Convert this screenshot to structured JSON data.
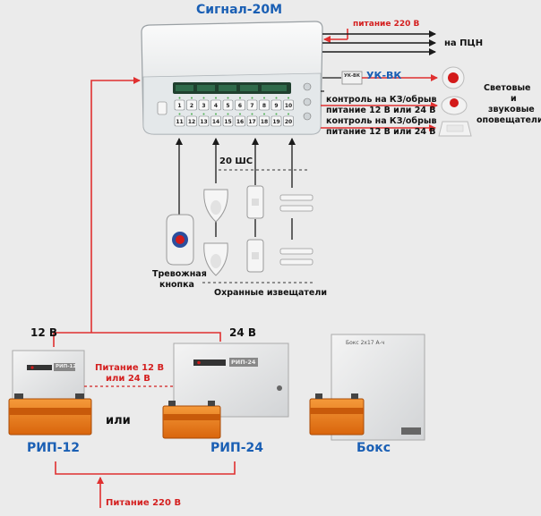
{
  "title": "Сигнал-20М",
  "top_power": "питание 220 В",
  "pcn": "на ПЦН",
  "ukvk": "УК-ВК",
  "ukvk_device_text": "УК-ВК",
  "control1_a": "контроль на КЗ/обрыв",
  "control1_b": "питание 12 В или 24 В",
  "control2_a": "контроль на КЗ/обрыв",
  "control2_b": "питание 12 В или 24 В",
  "sirens": [
    "Световые",
    "и",
    "звуковые",
    "оповещатели"
  ],
  "shs": "20 ШС",
  "alarm_button": [
    "Тревожная",
    "кнопка"
  ],
  "detectors": "Охранные извещатели",
  "v12": "12 В",
  "v24": "24 В",
  "psu_power": [
    "Питание 12 В",
    "или 24 В"
  ],
  "ili": "или",
  "rip12": "РИП-12",
  "rip24": "РИП-24",
  "boks": "Бокс",
  "bottom_power": "Питание 220 В",
  "rip12_plate": "РИП-12",
  "rip24_plate": "РИП-24",
  "boks_plate": "Бокс 2х17 А-ч",
  "colors": {
    "line_red": "#e03030",
    "line_black": "#1a1a1a",
    "label_blue": "#1a5fb4",
    "battery": "#e87a1c"
  },
  "keypad_keys": [
    "1",
    "2",
    "3",
    "4",
    "5",
    "6",
    "7",
    "8",
    "9",
    "10",
    "11",
    "12",
    "13",
    "14",
    "15",
    "16",
    "17",
    "18",
    "19",
    "20"
  ]
}
